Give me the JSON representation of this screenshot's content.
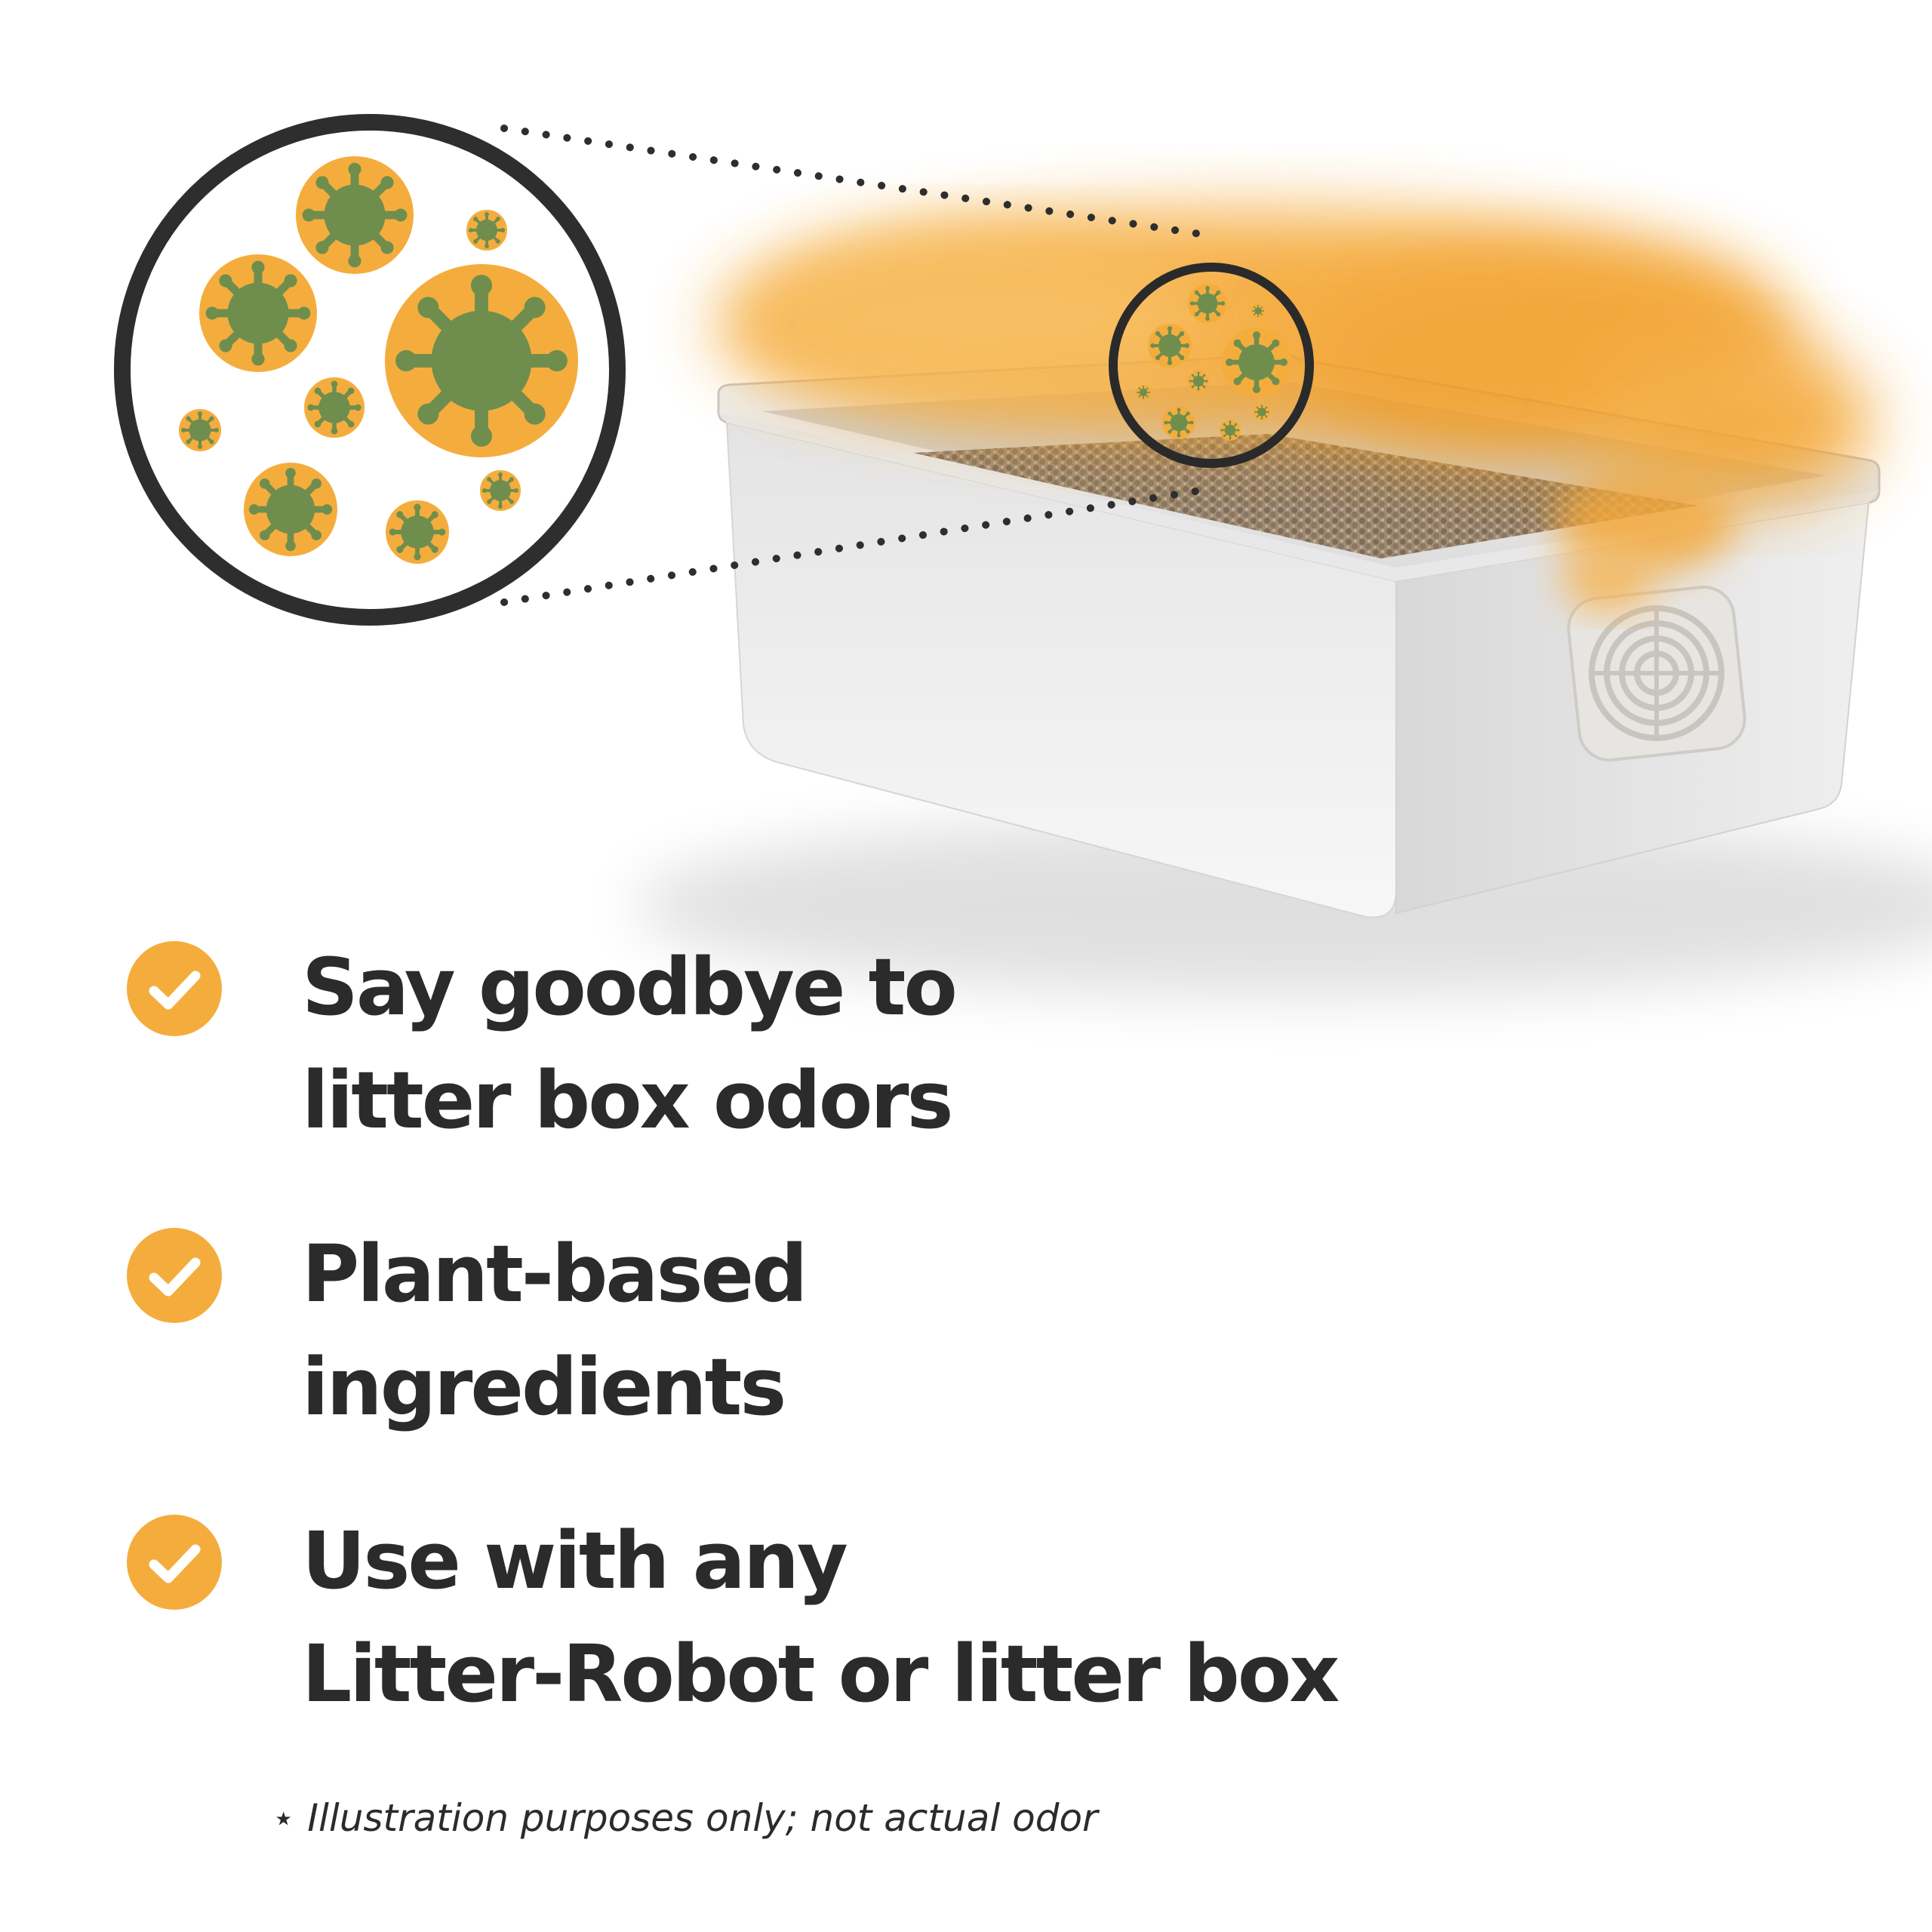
{
  "colors": {
    "accent_orange": "#f4ad3d",
    "germ_green": "#6f8e4e",
    "text_dark": "#2b2b2b",
    "ring_dark": "#2e2e2e"
  },
  "illustration": {
    "icons": [
      "magnifier-circle-icon",
      "germ-icon",
      "litter-box-icon",
      "odor-cloud-icon",
      "filter-vent-icon"
    ]
  },
  "features": [
    {
      "icon": "checkmark-icon",
      "line1": "Say goodbye to",
      "line2": "litter box odors"
    },
    {
      "icon": "checkmark-icon",
      "line1": "Plant-based",
      "line2": "ingredients"
    },
    {
      "icon": "checkmark-icon",
      "line1": "Use with any",
      "line2": "Litter-Robot or litter box"
    }
  ],
  "footnote": "⋆ Illustration purposes only; not actual odor"
}
